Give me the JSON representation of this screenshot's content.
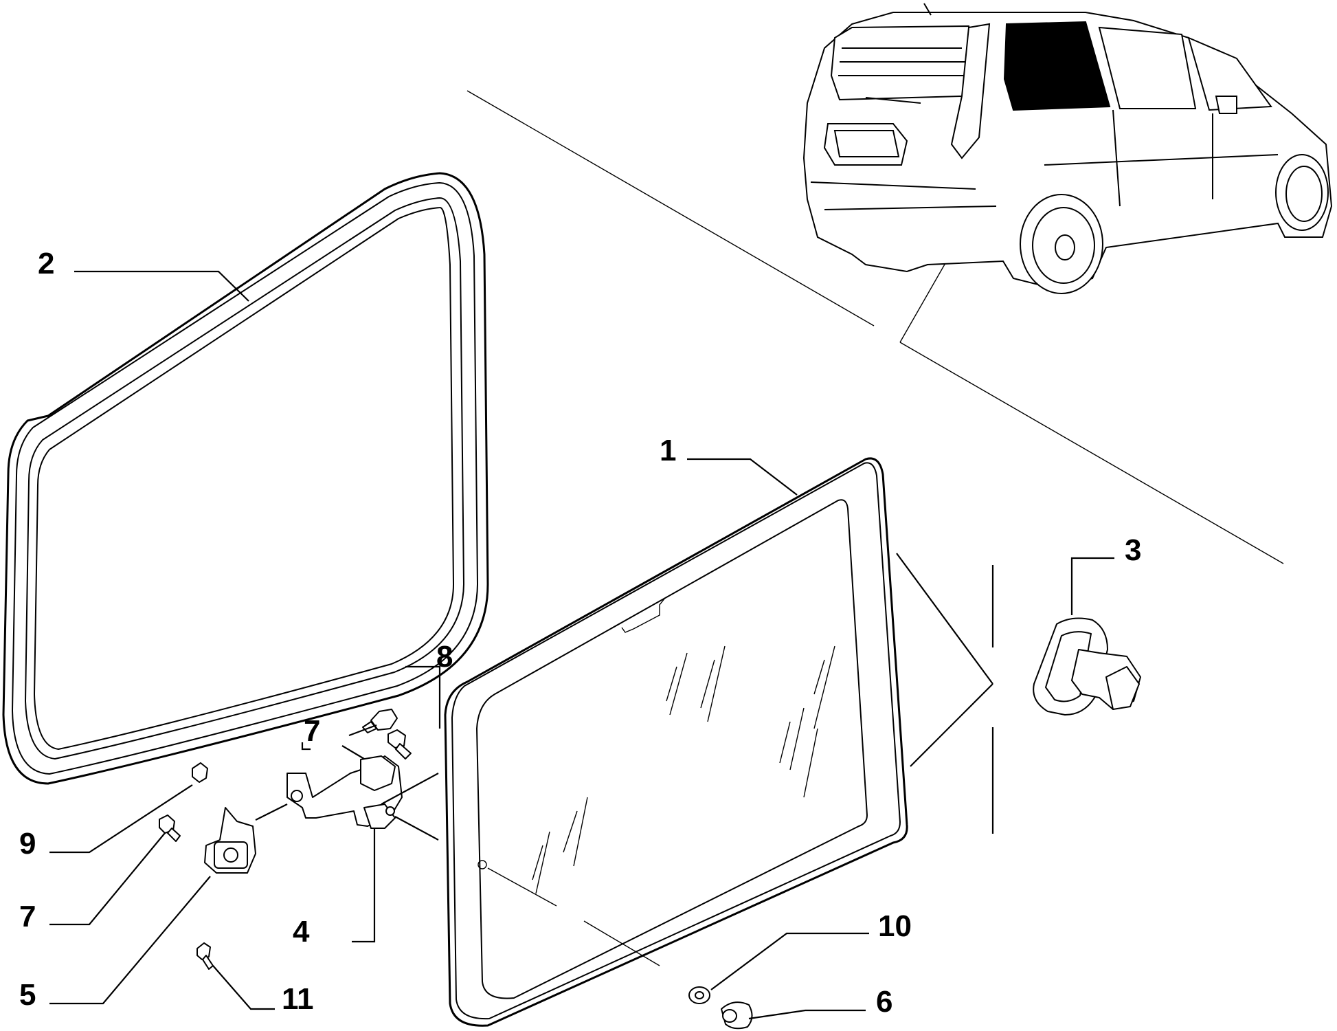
{
  "diagram": {
    "type": "exploded-parts-diagram",
    "callouts": [
      {
        "id": "c1",
        "label": "1"
      },
      {
        "id": "c2",
        "label": "2"
      },
      {
        "id": "c3",
        "label": "3"
      },
      {
        "id": "c4",
        "label": "4"
      },
      {
        "id": "c5",
        "label": "5"
      },
      {
        "id": "c6",
        "label": "6"
      },
      {
        "id": "c7a",
        "label": "7"
      },
      {
        "id": "c7b",
        "label": "7"
      },
      {
        "id": "c8",
        "label": "8"
      },
      {
        "id": "c9",
        "label": "9"
      },
      {
        "id": "c10",
        "label": "10"
      },
      {
        "id": "c11",
        "label": "11"
      }
    ],
    "icons": [
      "minivan-rear-view-icon",
      "window-glass-icon",
      "window-seal-icon",
      "clip-icon",
      "hinge-icon",
      "screw-icon"
    ],
    "colors": {
      "line": "#000000",
      "background": "#ffffff",
      "highlight": "#000000"
    }
  }
}
